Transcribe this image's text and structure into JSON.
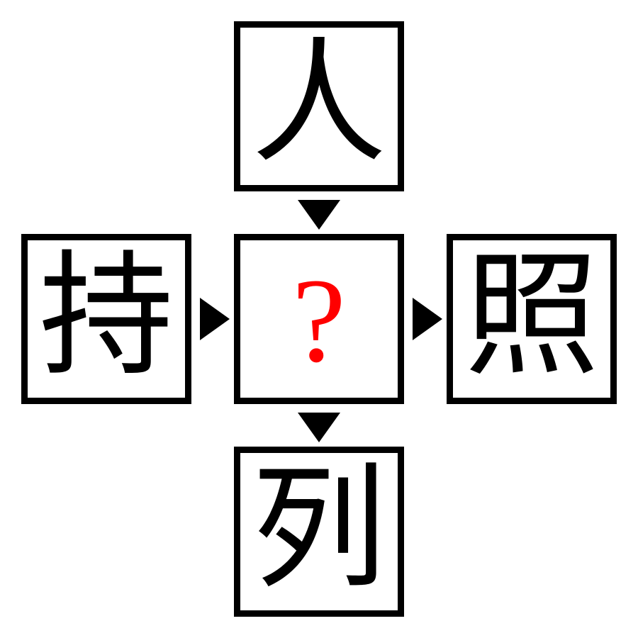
{
  "puzzle": {
    "top": "人",
    "left": "持",
    "center": "?",
    "right": "照",
    "bottom": "列"
  },
  "colors": {
    "border": "#000000",
    "glyph": "#000000",
    "question": "#ff0000",
    "arrow": "#000000",
    "background": "#ffffff"
  },
  "icons": {
    "arrow_down": "triangle-down-icon",
    "arrow_right": "triangle-right-icon"
  }
}
